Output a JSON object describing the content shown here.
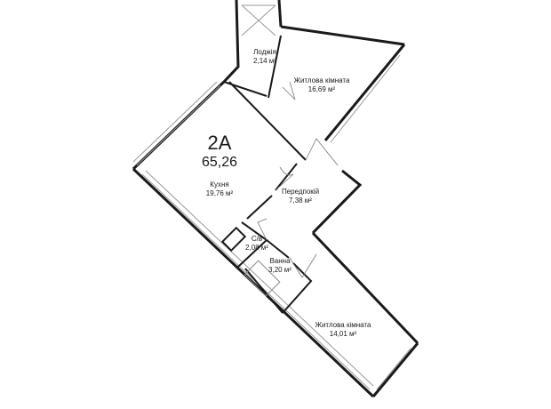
{
  "apartment": {
    "code": "2A",
    "total_area": "65,26"
  },
  "unit": "м²",
  "rooms": [
    {
      "name": "Лоджія",
      "area": "2,14 м²"
    },
    {
      "name": "Житлова кімната",
      "area": "16,69 м²"
    },
    {
      "name": "Кухня",
      "area": "19,76 м²"
    },
    {
      "name": "Передпокій",
      "area": "7,38 м²"
    },
    {
      "name": "С/в",
      "area": "2,08 м²"
    },
    {
      "name": "Ванна",
      "area": "3,20 м²"
    },
    {
      "name": "Житлова кімната",
      "area": "14,01 м²"
    }
  ],
  "colors": {
    "wall": "#1a1a1a",
    "window": "#9a9a9a",
    "background": "#ffffff"
  }
}
